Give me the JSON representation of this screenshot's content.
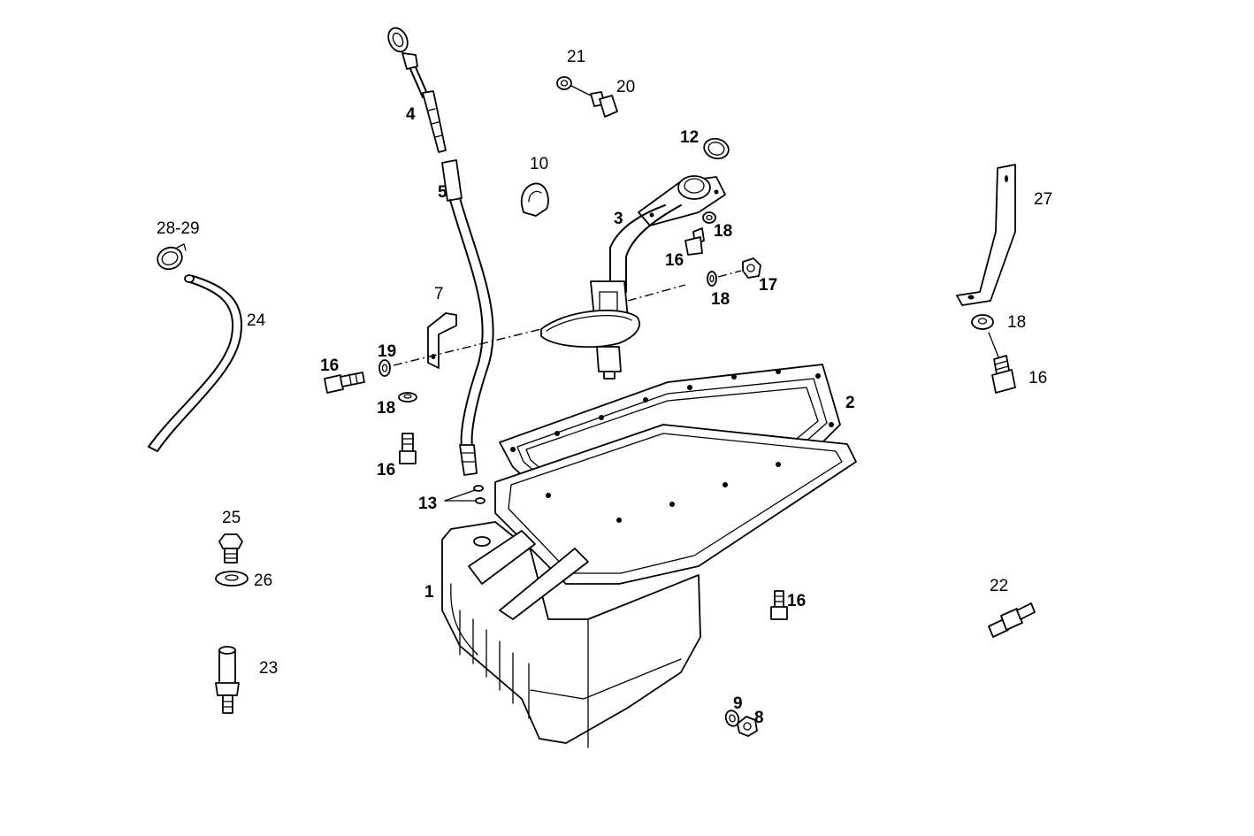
{
  "labels": {
    "l1": "1",
    "l2": "2",
    "l3": "3",
    "l4": "4",
    "l5": "5",
    "l7": "7",
    "l8": "8",
    "l9": "9",
    "l10": "10",
    "l12": "12",
    "l13": "13",
    "l16a": "16",
    "l16b": "16",
    "l16c": "16",
    "l16d": "16",
    "l16e": "16",
    "l17": "17",
    "l18a": "18",
    "l18b": "18",
    "l18c": "18",
    "l18d": "18",
    "l19": "19",
    "l20": "20",
    "l21": "21",
    "l22": "22",
    "l23": "23",
    "l24": "24",
    "l25": "25",
    "l26": "26",
    "l27": "27",
    "l2829": "28-29"
  }
}
